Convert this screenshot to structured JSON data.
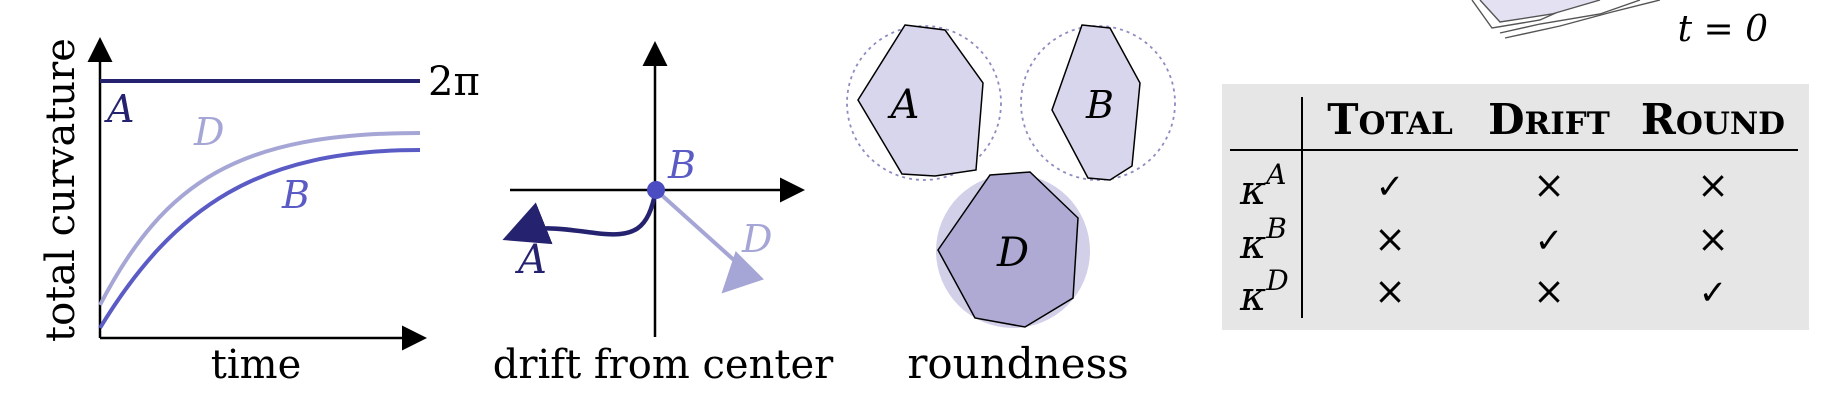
{
  "panel_total": {
    "ylabel": "total curvature",
    "xlabel": "time",
    "limit_label": "2π",
    "curves": {
      "A": "A",
      "D": "D",
      "B": "B"
    }
  },
  "panel_drift": {
    "caption": "drift from center",
    "labels": {
      "A": "A",
      "B": "B",
      "D": "D"
    }
  },
  "panel_round": {
    "caption": "roundness",
    "labels": {
      "A": "A",
      "B": "B",
      "D": "D"
    }
  },
  "corner_label": "t = 0",
  "table": {
    "columns": [
      "Total",
      "Drift",
      "Round"
    ],
    "rows": [
      {
        "sym": "κ",
        "sup": "A",
        "cells": [
          "✓",
          "×",
          "×"
        ]
      },
      {
        "sym": "κ",
        "sup": "B",
        "cells": [
          "×",
          "✓",
          "×"
        ]
      },
      {
        "sym": "κ",
        "sup": "D",
        "cells": [
          "×",
          "×",
          "✓"
        ]
      }
    ]
  },
  "colors": {
    "dark": "#25236f",
    "mid": "#5b5bc6",
    "light": "#a6a6d6",
    "fill_light": "#d8d6ec",
    "fill_mid": "#aeaad4",
    "fill_circle": "#d2cfe8",
    "table_bg": "#e6e6e6"
  }
}
